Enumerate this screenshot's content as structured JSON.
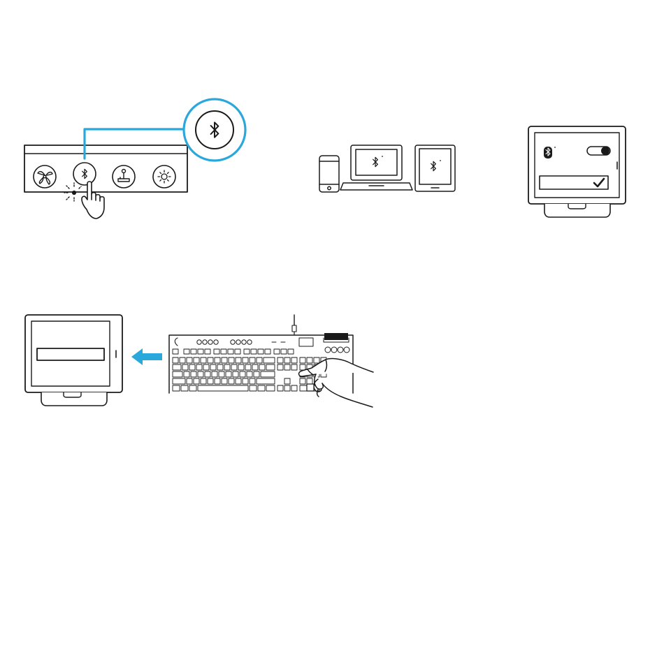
{
  "colors": {
    "line": "#1a1a1a",
    "accent": "#2aa8dc",
    "background": "#ffffff"
  },
  "steps": [
    {
      "id": "press-bluetooth-button",
      "buttons": [
        "fan-icon",
        "bluetooth-icon",
        "joystick-icon",
        "brightness-icon"
      ],
      "highlighted": "bluetooth-icon",
      "gesture": "press"
    },
    {
      "id": "compatible-devices",
      "devices": [
        "phone",
        "laptop",
        "tablet"
      ],
      "device_indicator": "bluetooth-icon"
    },
    {
      "id": "enable-bluetooth-on-device",
      "settings_row_icon": "bluetooth-icon",
      "toggle": "on",
      "confirm_icon": "checkmark-icon"
    },
    {
      "id": "enter-pairing-code",
      "direction_icon": "arrow-left-icon",
      "input_device": "keyboard",
      "gesture": "typing-hand"
    }
  ]
}
